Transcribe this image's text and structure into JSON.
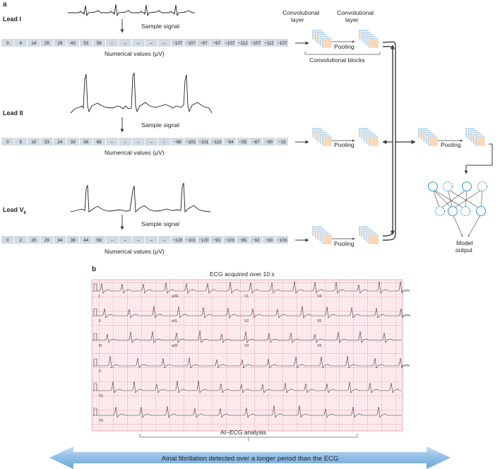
{
  "panel_a_label": "a",
  "panel_b_label": "b",
  "leads": [
    {
      "name": "Lead I",
      "sub": "",
      "sample_label": "Sample signal",
      "values_label": "Numerical values (μV)",
      "values": [
        "0",
        "4",
        "14",
        "29",
        "29",
        "43",
        "53",
        "58",
        "–",
        "–",
        "–",
        "–",
        "–",
        "−107",
        "−107",
        "−97",
        "−97",
        "−107",
        "−112",
        "−107",
        "−112",
        "−107"
      ]
    },
    {
      "name": "Lead II",
      "sub": "",
      "sample_label": "Sample signal",
      "values_label": "Numerical values (μV)",
      "values": [
        "0",
        "5",
        "10",
        "23",
        "24",
        "33",
        "56",
        "68",
        "–",
        "–",
        "–",
        "–",
        "–",
        "−98",
        "−103",
        "−101",
        "−115",
        "−54",
        "−55",
        "−87",
        "−90",
        "−15"
      ]
    },
    {
      "name": "Lead V",
      "sub": "6",
      "sample_label": "Sample signal",
      "values_label": "Numerical values (μV)",
      "values": [
        "0",
        "2",
        "20",
        "29",
        "34",
        "39",
        "44",
        "59",
        "–",
        "–",
        "–",
        "–",
        "–",
        "−120",
        "−101",
        "−120",
        "−91",
        "−101",
        "−85",
        "−92",
        "−83",
        "−103"
      ]
    }
  ],
  "cnn": {
    "conv_layer_1": "Convolutional layer",
    "conv_layer_2": "Convolutional layer",
    "pooling": "Pooling",
    "conv_blocks": "Convolutional blocks",
    "model_output": "Model output",
    "colors": {
      "orange": "#fad7b5",
      "blue": "#a9cce8",
      "stroke": "#8fb4d6",
      "arrow": "#3a3a3a",
      "node": "#3f9fd8"
    }
  },
  "ecg": {
    "title": "ECG acquired over 10 s",
    "lead_labels": [
      "I",
      "aVR",
      "V1",
      "V4",
      "II",
      "aVL",
      "V2",
      "V5",
      "III",
      "aVF",
      "V3",
      "V6",
      "II",
      "V1",
      "V5"
    ],
    "grid_minor": "#f6c8cf",
    "grid_major": "#ee9aa6",
    "background": "#fdeef0"
  },
  "ai_label": "AI–ECG analysis",
  "bottom_banner": "Atrial fibrillation detected over a longer period than the ECG",
  "banner_color": "#8fbde6"
}
